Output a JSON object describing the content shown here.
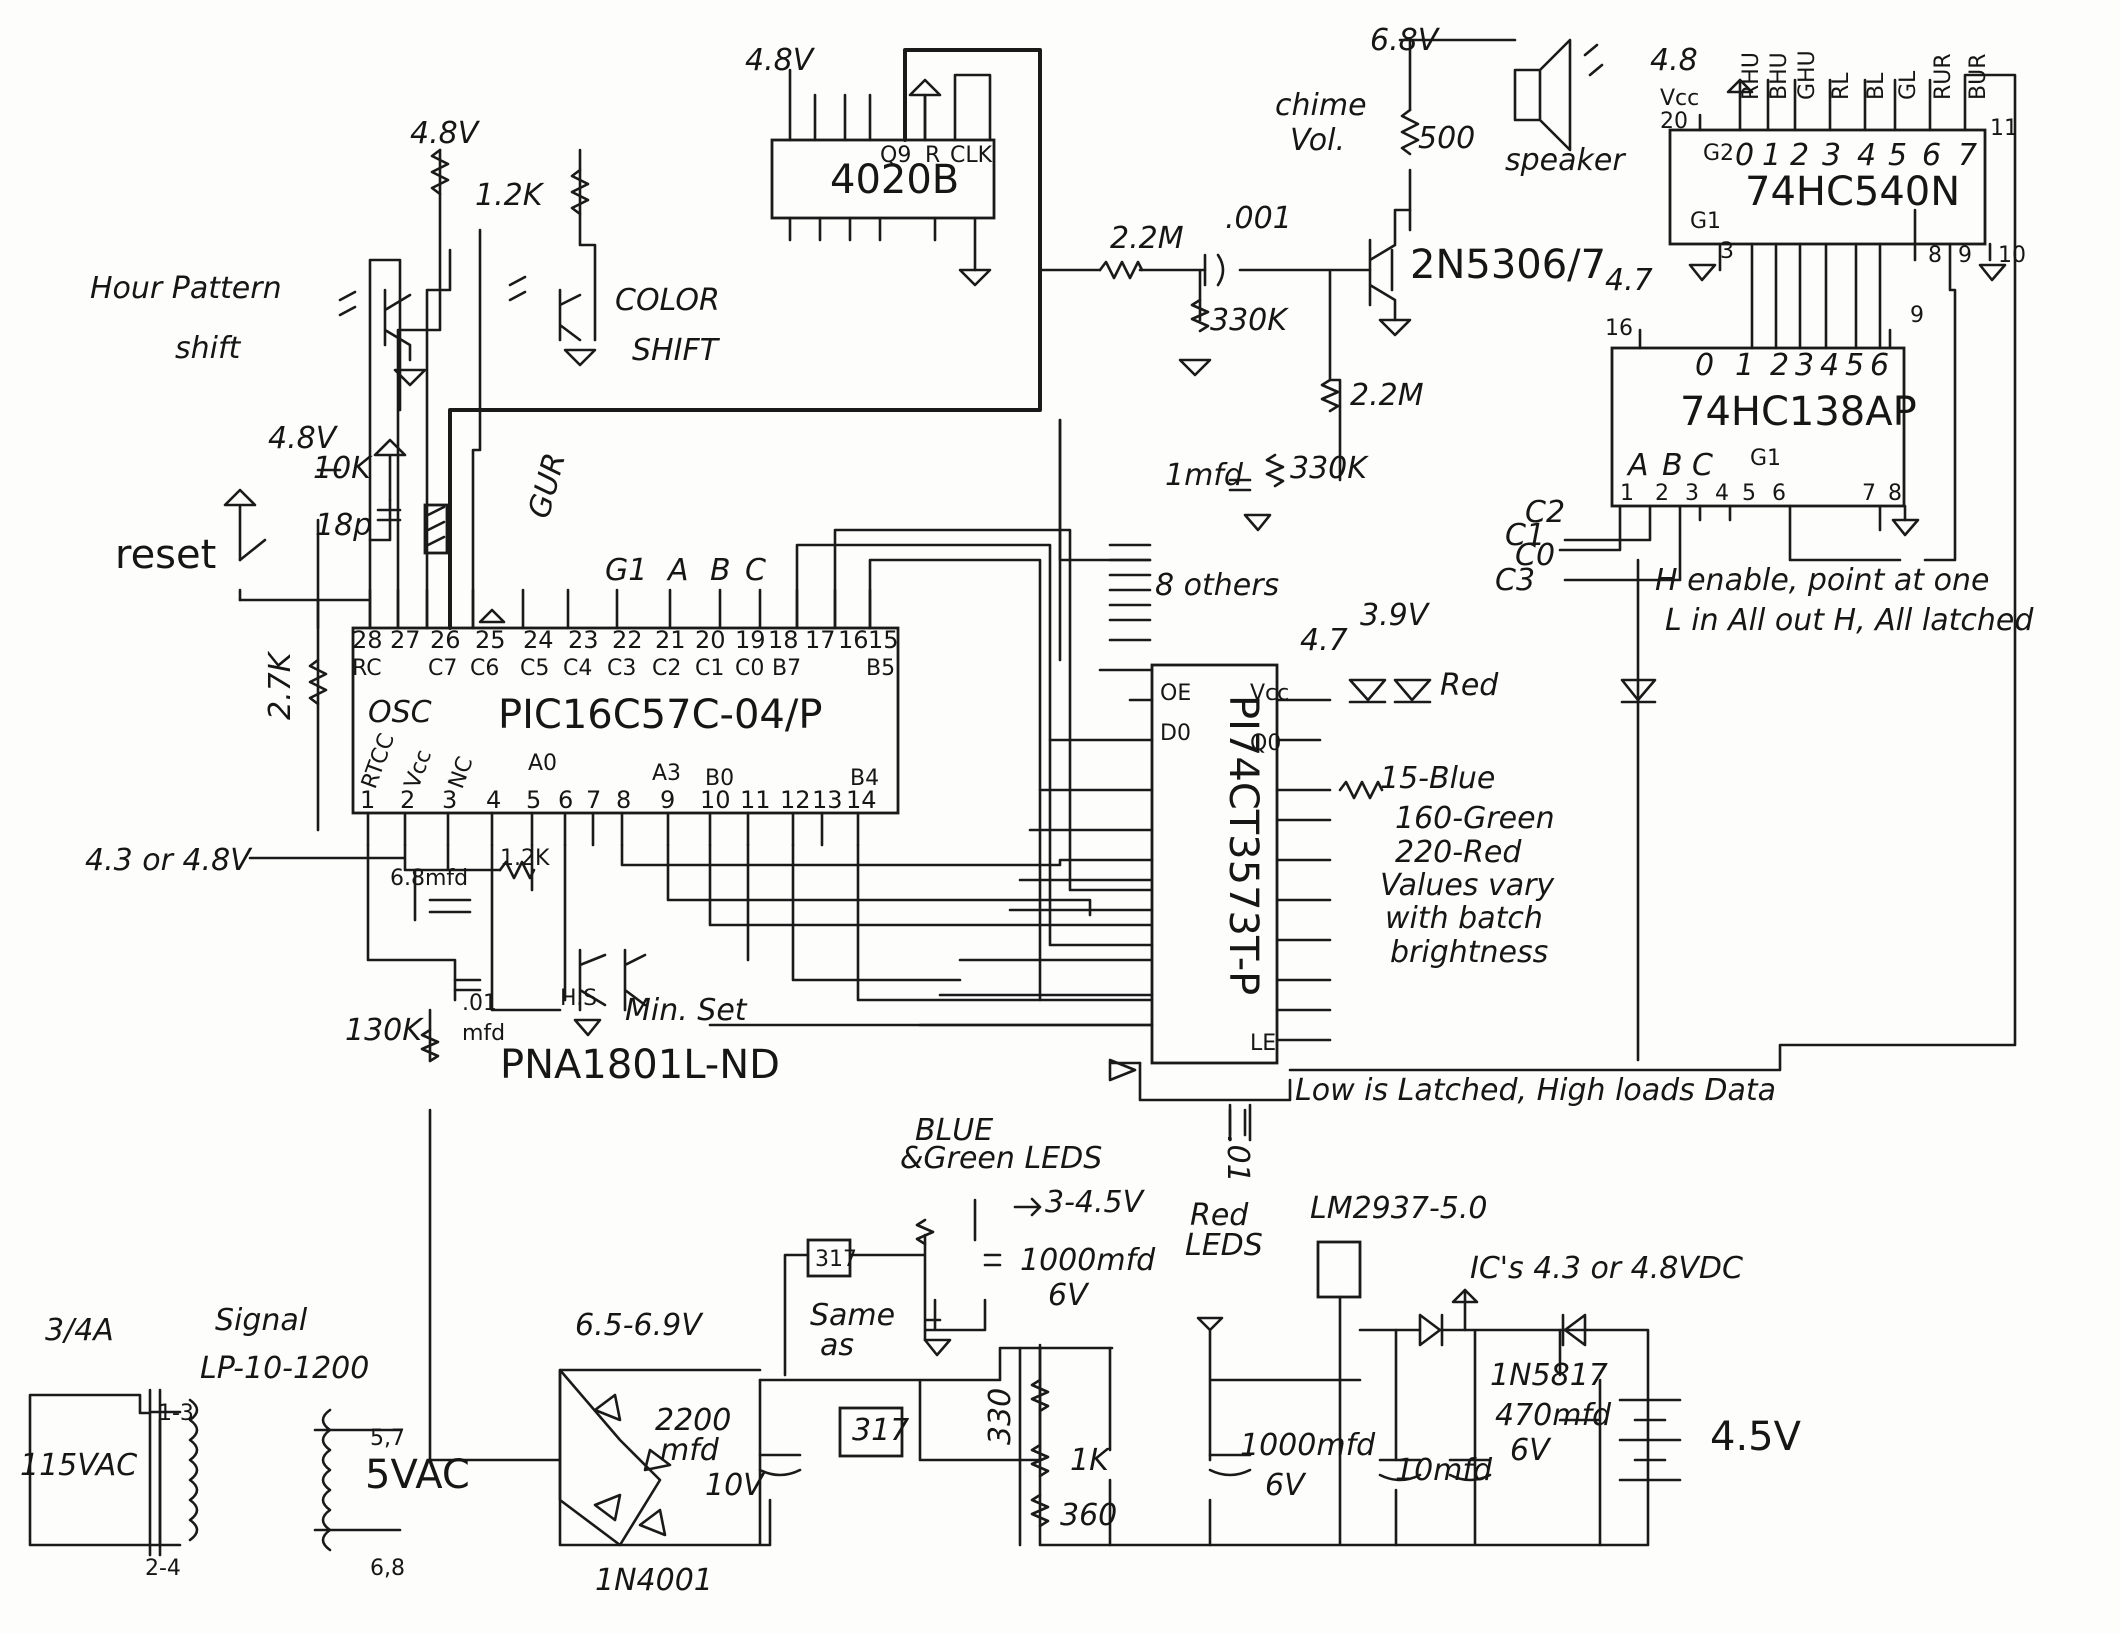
{
  "v48_top": "4.8V",
  "v48_a": "4.8V",
  "v48_b": "4.8V",
  "v68": "6.8V",
  "chime": "chime",
  "vol": "Vol.",
  "pot500": "500",
  "speaker": "speaker",
  "hour_pattern": "Hour Pattern",
  "shift": "shift",
  "color": "COLOR",
  "shift2": "SHIFT",
  "r1_2k": "1.2K",
  "u4020": "4020B",
  "q9": "Q9",
  "rst": "R",
  "clk": "CLK",
  "r2_2m_a": "2.2M",
  "c001": ".001",
  "r330k_a": "330K",
  "q2n": "2N5306/7",
  "r2_2m_b": "2.2M",
  "c1mfd": "1mfd",
  "r330k_b": "330K",
  "u540": "74HC540N",
  "vcc": "Vcc",
  "p20": "20",
  "g2": "G2",
  "g1": "G1",
  "n540": [
    "0",
    "1",
    "2",
    "3",
    "4",
    "5",
    "6",
    "7"
  ],
  "hdr540": [
    "RHU",
    "BHU",
    "GHU",
    "RL",
    "BL",
    "GL",
    "RUR",
    "BUR"
  ],
  "p11": "11",
  "p8": "8",
  "p9": "9",
  "p10": "10",
  "p3": "3",
  "v47": "4.7",
  "v48_540": "4.8",
  "u138": "74HC138AP",
  "p16": "16",
  "p9b": "9",
  "n138": [
    "0",
    "1",
    "2",
    "3",
    "4",
    "5",
    "6"
  ],
  "abc": [
    "A",
    "B",
    "C"
  ],
  "g1b": "G1",
  "pins138": [
    "1",
    "2",
    "3",
    "4",
    "5",
    "6",
    "7",
    "8"
  ],
  "c2": "C2",
  "c1": "C1",
  "c0": "C0",
  "c3": "C3",
  "enable_note": "H enable, point at one",
  "enable_note2": "L in All out H, All latched",
  "reset": "reset",
  "v48_reset": "4.8V",
  "r10k": "10K",
  "c18p": "18p",
  "gur": "GUR",
  "r2_7k": "2.7K",
  "upic": "PIC16C57C-04/P",
  "pic_top_pins": [
    "28",
    "27",
    "26",
    "25",
    "24",
    "23",
    "22",
    "21",
    "20",
    "19",
    "18",
    "17",
    "16",
    "15"
  ],
  "pic_top_sigs": [
    "RC",
    "C7",
    "C6",
    "C5",
    "C4",
    "C3",
    "C2",
    "C1",
    "C0",
    "B7",
    "",
    "",
    "B5"
  ],
  "osc": "OSC",
  "gabc": [
    "G1",
    "A",
    "B",
    "C"
  ],
  "pic_bot_pins": [
    "1",
    "2",
    "3",
    "4",
    "5",
    "6",
    "7",
    "8",
    "9",
    "10",
    "11",
    "12",
    "13",
    "14"
  ],
  "mclr": "RTCC",
  "vccp": "Vcc",
  "nc": "NC",
  "a0": "A0",
  "a3": "A3",
  "b0": "B0",
  "b4": "B4",
  "v43": "4.3 or 4.8V",
  "c68": "6.8mfd",
  "r1_2k_b": "1.2K",
  "c01": ".01",
  "mfd": "mfd",
  "r130k": "130K",
  "hs": "H.S",
  "minset": "Min. Set",
  "pna": "PNA1801L-ND",
  "eight_others": "8 others",
  "u573": "PI74CT3573T-P",
  "oe": "OE",
  "d0": "D0",
  "vcc573": "Vcc",
  "q0": "Q0",
  "le": "LE",
  "v47b": "4.7",
  "v39": "3.9V",
  "red": "Red",
  "blue15": "15-Blue",
  "green160": "160-Green",
  "red220": "220-Red",
  "values_note": "Values vary",
  "with_batch": "with batch",
  "brightness": "brightness",
  "latched": "Low is Latched, High loads Data",
  "c01b": ".01",
  "blue_green": "BLUE",
  "green_leds": "&Green LEDS",
  "v345": "3-4.5V",
  "c1000a": "1000mfd",
  "v6a": "6V",
  "same_as": "Same",
  "as": "as",
  "lm317a": "317",
  "lm317b": "317",
  "red_leds": "Red",
  "leds": "LEDS",
  "lm2937": "LM2937-5.0",
  "ics": "IC's 4.3 or 4.8VDC",
  "v65": "6.5-6.9V",
  "c2200": "2200",
  "mfd10": "mfd",
  "v10": "10V",
  "r330": "330",
  "r1k": "1K",
  "r360": "360",
  "c1000b": "1000mfd",
  "v6b": "6V",
  "c10": "10mfd",
  "in5817": "1N5817",
  "c470": "470mfd",
  "v6c": "6V",
  "v45": "4.5V",
  "fuse": "3/4A",
  "signal": "Signal",
  "xfmr": "LP-10-1200",
  "p13": "1-3",
  "vac115": "115VAC",
  "p24": "2-4",
  "p57": "5,7",
  "vac5": "5VAC",
  "p68": "6,8",
  "in4001": "1N4001"
}
